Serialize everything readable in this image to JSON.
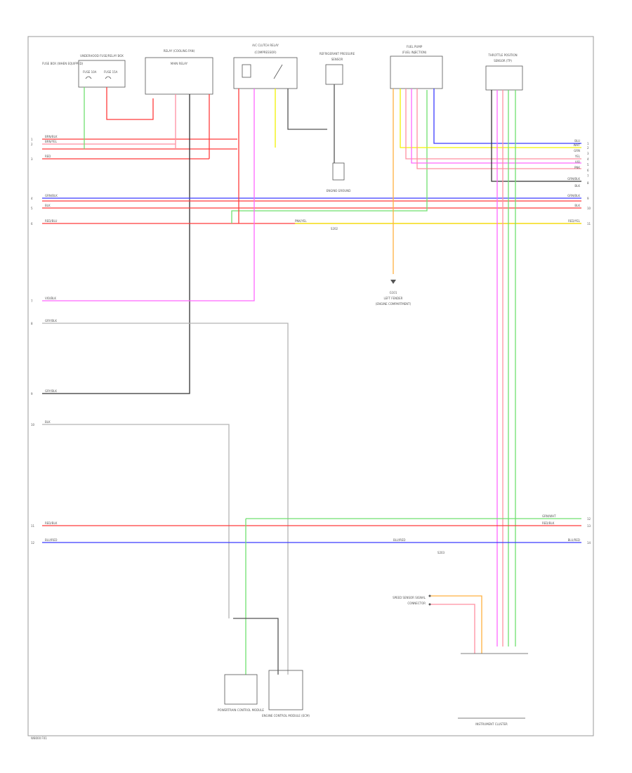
{
  "page_code": "W8000 F01",
  "colors": {
    "red": "#ff3b3b",
    "pink": "#ff8fa0",
    "violet": "#ff66ff",
    "blue": "#3b3bff",
    "yellow": "#f2f200",
    "green": "#6fe06f",
    "orange": "#ffb040",
    "grey": "#b4b4b4",
    "dark": "#333333",
    "frame": "#999999"
  },
  "left_connectors": [
    {
      "num": "1",
      "wire": "BRN/BLK"
    },
    {
      "num": "2",
      "wire": "BRN/YEL"
    },
    {
      "num": "3",
      "wire": "RED"
    },
    {
      "num": "4",
      "wire": "GRN/BLK"
    },
    {
      "num": "5",
      "wire": "BLK"
    },
    {
      "num": "6",
      "wire": "RED/BLU"
    },
    {
      "num": "7",
      "wire": "VIO/BLK"
    },
    {
      "num": "8",
      "wire": "GRY/BLK"
    },
    {
      "num": "9",
      "wire": "GRY/BLK"
    },
    {
      "num": "10",
      "wire": "BLK"
    },
    {
      "num": "11",
      "wire": "RED/BLK"
    },
    {
      "num": "12",
      "wire": "BLU/RED"
    }
  ],
  "right_connectors": [
    {
      "num": "1",
      "wire": "BLU"
    },
    {
      "num": "2",
      "wire": "WHT"
    },
    {
      "num": "3",
      "wire": "GRN"
    },
    {
      "num": "4",
      "wire": "YEL"
    },
    {
      "num": "5",
      "wire": "VIO"
    },
    {
      "num": "6",
      "wire": "PNK"
    },
    {
      "num": "7",
      "wire": "GRN/BLK"
    },
    {
      "num": "8",
      "wire": "BLK"
    },
    {
      "num": "9",
      "wire": "GRN/BLK"
    },
    {
      "num": "10",
      "wire": "BLK"
    },
    {
      "num": "11",
      "wire": "RED/YEL"
    },
    {
      "num": "12",
      "wire": "GRN/WHT"
    },
    {
      "num": "13",
      "wire": "RED/BLK"
    },
    {
      "num": "14",
      "wire": "BLU/RED"
    }
  ],
  "components": {
    "fuse_box": "UNDERHOOD FUSE/RELAY BOX",
    "fuse_box_side": "FUSE BOX (WHEN EQUIPPED)",
    "fuse_a": "FUSE 10A",
    "fuse_b": "FUSE 15A",
    "relay": "RELAY (COOLING FAN)",
    "relay_sub": "MAIN RELAY",
    "clutch": "A/C CLUTCH RELAY",
    "clutch_sub": "(COMPRESSOR)",
    "sensor": "REFRIGERANT PRESSURE",
    "sensor_sub": "SENSOR",
    "engine_ground": "ENGINE GROUND",
    "pump": "FUEL PUMP",
    "pump_sub": "(FUEL INJECTION)",
    "throttle": "THROTTLE POSITION",
    "throttle_sub": "SENSOR (TP)",
    "ground_point": "G101",
    "ground_point_2": "LEFT FENDER",
    "ground_point_3": "(ENGINE COMPARTMENT)",
    "splice": "S202",
    "splice_2": "S203",
    "bottom_left": "POWERTRAIN CONTROL MODULE",
    "bottom_mid": "ENGINE CONTROL MODULE (ECM)",
    "bottom_right": "INSTRUMENT CLUSTER",
    "mid_right_label": "SPEED SENSOR SIGNAL",
    "mid_right_sub": "CONNECTOR"
  },
  "inline_labels": {
    "pnk_yel": "PNK/YEL",
    "blu_red": "BLU/RED",
    "red_blk": "RED/BLK",
    "grn_wht": "GRN/WHT"
  }
}
